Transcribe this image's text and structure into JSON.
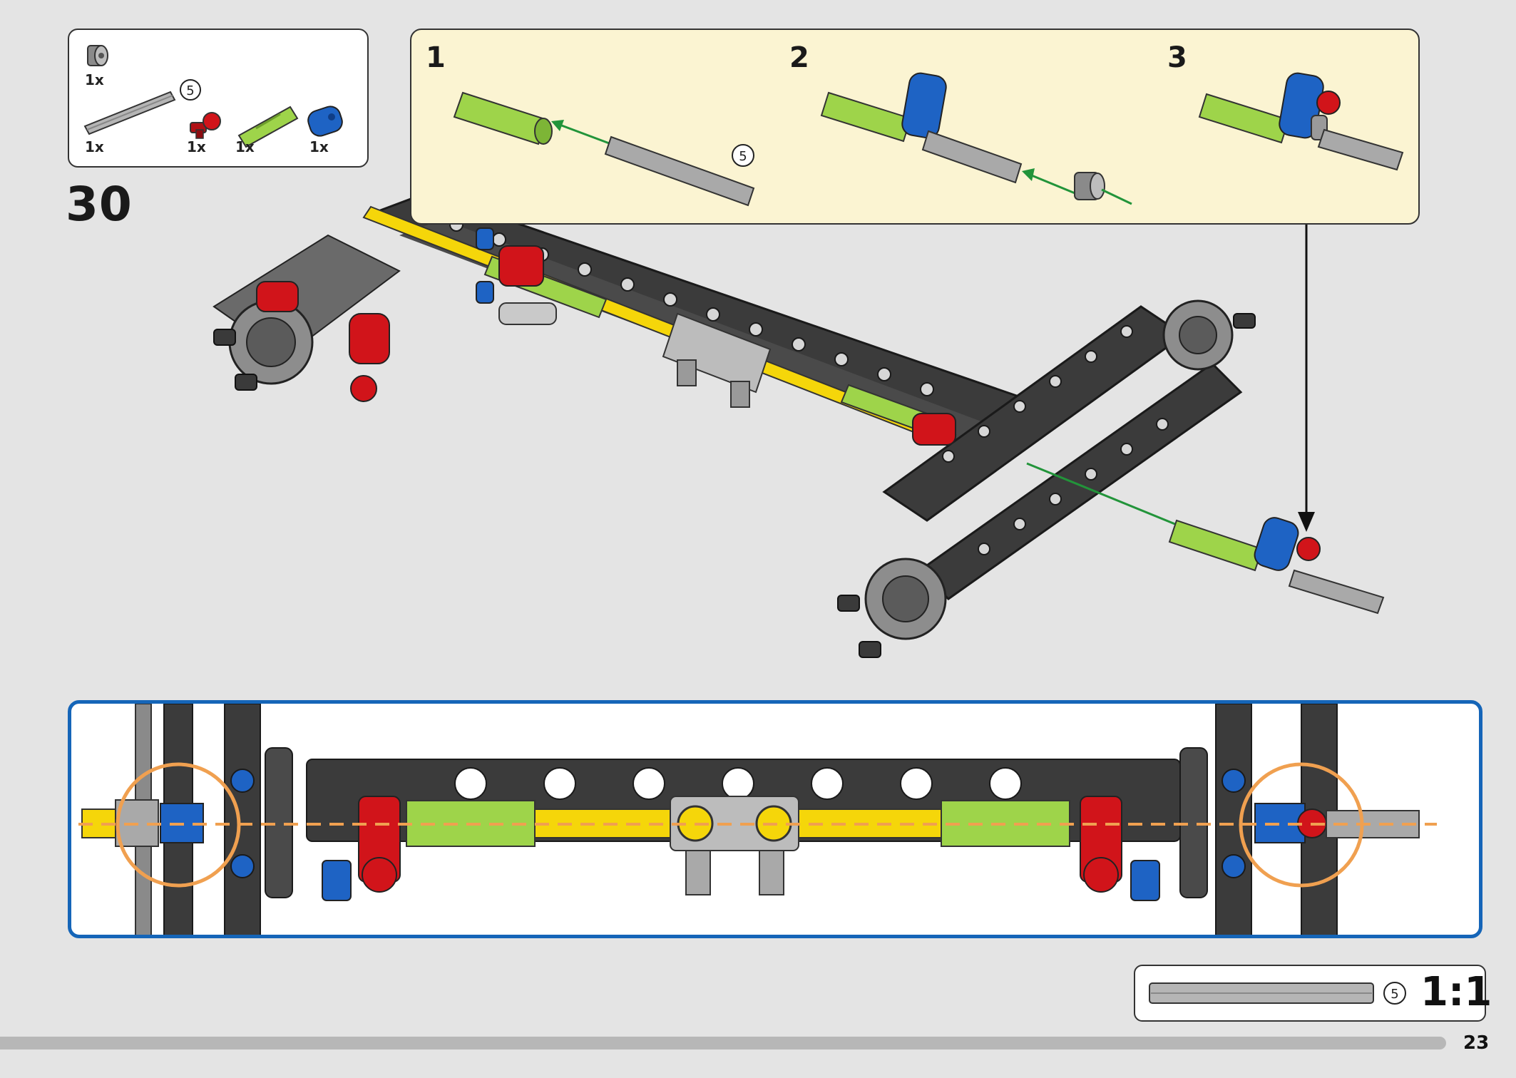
{
  "step": {
    "number": "30"
  },
  "parts_list": {
    "items": [
      {
        "name": "bush",
        "qty": "1x"
      },
      {
        "name": "axle",
        "qty": "1x",
        "length": "5"
      },
      {
        "name": "red-ball-pin",
        "qty": "1x"
      },
      {
        "name": "lime-axle-connector",
        "qty": "1x"
      },
      {
        "name": "blue-cross-block",
        "qty": "1x"
      }
    ]
  },
  "sub_steps": [
    {
      "number": "1",
      "axle_length": "5"
    },
    {
      "number": "2"
    },
    {
      "number": "3"
    }
  ],
  "scale": {
    "ratio": "1:1",
    "axle_length": "5"
  },
  "page": {
    "number": "23"
  },
  "colors": {
    "lime": "#9ed44a",
    "blue": "#1e63c4",
    "red": "#d1141a",
    "yellow": "#f5d60a",
    "dark_grey": "#3b3b3b",
    "light_grey": "#a9a9a9",
    "frame_blue": "#1565b8",
    "callout_bg": "#fbf4d2",
    "guide_orange": "#f0a050",
    "arrow_green": "#22943a"
  }
}
